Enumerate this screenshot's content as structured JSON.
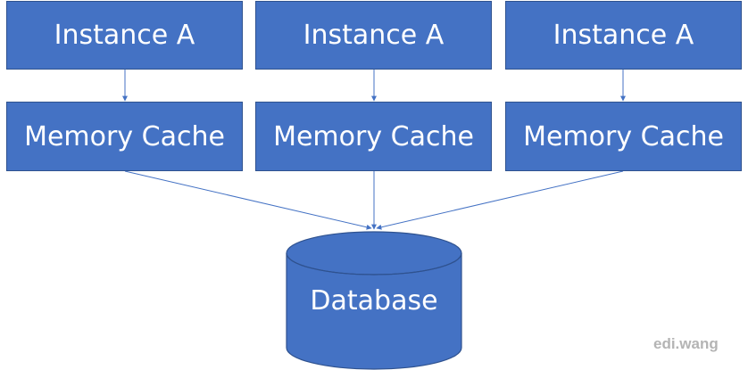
{
  "instances": [
    {
      "label": "Instance A"
    },
    {
      "label": "Instance A"
    },
    {
      "label": "Instance A"
    }
  ],
  "caches": [
    {
      "label": "Memory Cache"
    },
    {
      "label": "Memory Cache"
    },
    {
      "label": "Memory Cache"
    }
  ],
  "database": {
    "label": "Database"
  },
  "watermark": "edi.wang",
  "colors": {
    "box_fill": "#4472c4",
    "box_border": "#2f528f",
    "text": "#ffffff",
    "connector": "#4472c4",
    "watermark": "#b4b4b4"
  }
}
